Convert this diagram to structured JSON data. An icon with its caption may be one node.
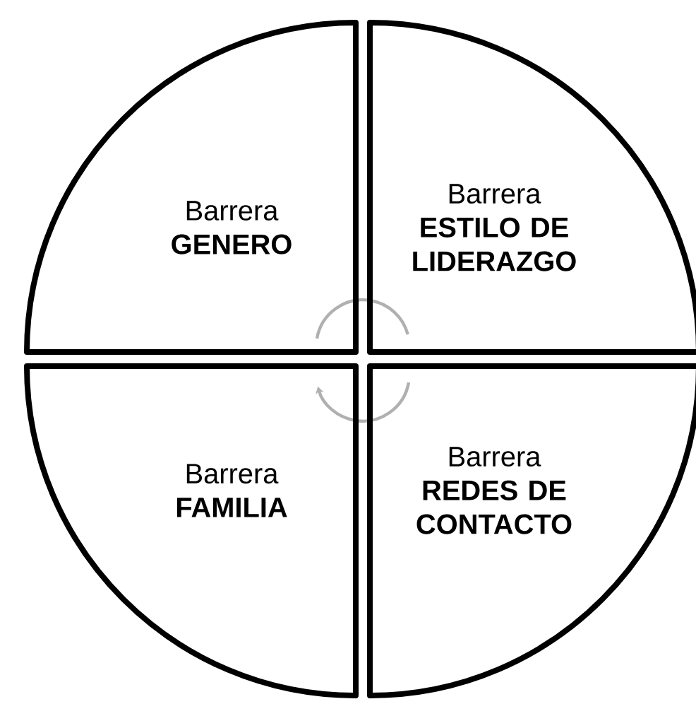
{
  "diagram": {
    "nodes": [
      {
        "text": [
          "Barrera",
          "GENERO"
        ]
      },
      {
        "text": [
          "Barrera",
          "ESTILO DE LIDERAZGO"
        ]
      },
      {
        "text": [
          "Barrera",
          "FAMILIA"
        ]
      },
      {
        "text": [
          "Barrera",
          "REDES DE CONTACTO"
        ]
      }
    ]
  }
}
